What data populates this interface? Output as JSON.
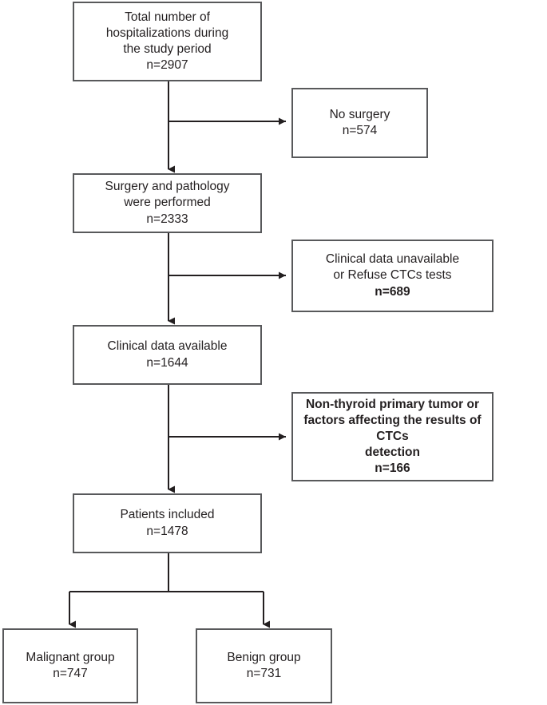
{
  "chart_data": {
    "type": "diagram",
    "diagram_kind": "flowchart",
    "title": "",
    "orientation": "top-to-bottom with right-side exclusion branches",
    "colors": {
      "box_border": "#58595b",
      "box_fill": "#ffffff",
      "connector": "#231f20",
      "text": "#231f20",
      "background": "#ffffff"
    },
    "nodes": [
      {
        "id": "total",
        "label": "Total number of\nhospitalizations during\nthe study period",
        "count": "n=2907",
        "bold": false,
        "column": "main"
      },
      {
        "id": "nosurgery",
        "label": "No surgery",
        "count": "n=574",
        "bold": false,
        "column": "exclusion"
      },
      {
        "id": "surgery",
        "label": "Surgery and pathology\nwere performed",
        "count": "n=2333",
        "bold": false,
        "column": "main"
      },
      {
        "id": "unavailable",
        "label": "Clinical data unavailable\nor Refuse CTCs tests",
        "count": "n=689",
        "bold": true,
        "column": "exclusion"
      },
      {
        "id": "clinical",
        "label": "Clinical data available",
        "count": "n=1644",
        "bold": false,
        "column": "main"
      },
      {
        "id": "nonthyroid",
        "label": "Non-thyroid primary tumor or\nfactors affecting the results of CTCs\ndetection",
        "count": "n=166",
        "bold": true,
        "column": "exclusion"
      },
      {
        "id": "included",
        "label": "Patients included",
        "count": "n=1478",
        "bold": false,
        "column": "main"
      },
      {
        "id": "malignant",
        "label": "Malignant group",
        "count": "n=747",
        "bold": false,
        "column": "outcome"
      },
      {
        "id": "benign",
        "label": "Benign group",
        "count": "n=731",
        "bold": false,
        "column": "outcome"
      }
    ],
    "edges": [
      {
        "from": "total",
        "to": "surgery",
        "type": "vertical-arrow"
      },
      {
        "from": "total",
        "to": "nosurgery",
        "type": "branch-right-arrow"
      },
      {
        "from": "surgery",
        "to": "clinical",
        "type": "vertical-arrow"
      },
      {
        "from": "surgery",
        "to": "unavailable",
        "type": "branch-right-arrow"
      },
      {
        "from": "clinical",
        "to": "included",
        "type": "vertical-arrow"
      },
      {
        "from": "clinical",
        "to": "nonthyroid",
        "type": "branch-right-arrow"
      },
      {
        "from": "included",
        "to": "malignant",
        "type": "split-down-arrow"
      },
      {
        "from": "included",
        "to": "benign",
        "type": "split-down-arrow"
      }
    ]
  },
  "nodes": {
    "total": {
      "label": "Total number of\nhospitalizations during\nthe study period",
      "count": "n=2907"
    },
    "nosurgery": {
      "label": "No surgery",
      "count": "n=574"
    },
    "surgery": {
      "label": "Surgery and pathology\nwere performed",
      "count": "n=2333"
    },
    "unavailable": {
      "label": "Clinical data unavailable\nor Refuse CTCs tests",
      "count": "n=689"
    },
    "clinical": {
      "label": "Clinical data available",
      "count": "n=1644"
    },
    "nonthyroid": {
      "label": "Non-thyroid primary tumor or\nfactors affecting the results of CTCs\ndetection",
      "count": "n=166"
    },
    "included": {
      "label": "Patients included",
      "count": "n=1478"
    },
    "malignant": {
      "label": "Malignant group",
      "count": "n=747"
    },
    "benign": {
      "label": "Benign group",
      "count": "n=731"
    }
  }
}
